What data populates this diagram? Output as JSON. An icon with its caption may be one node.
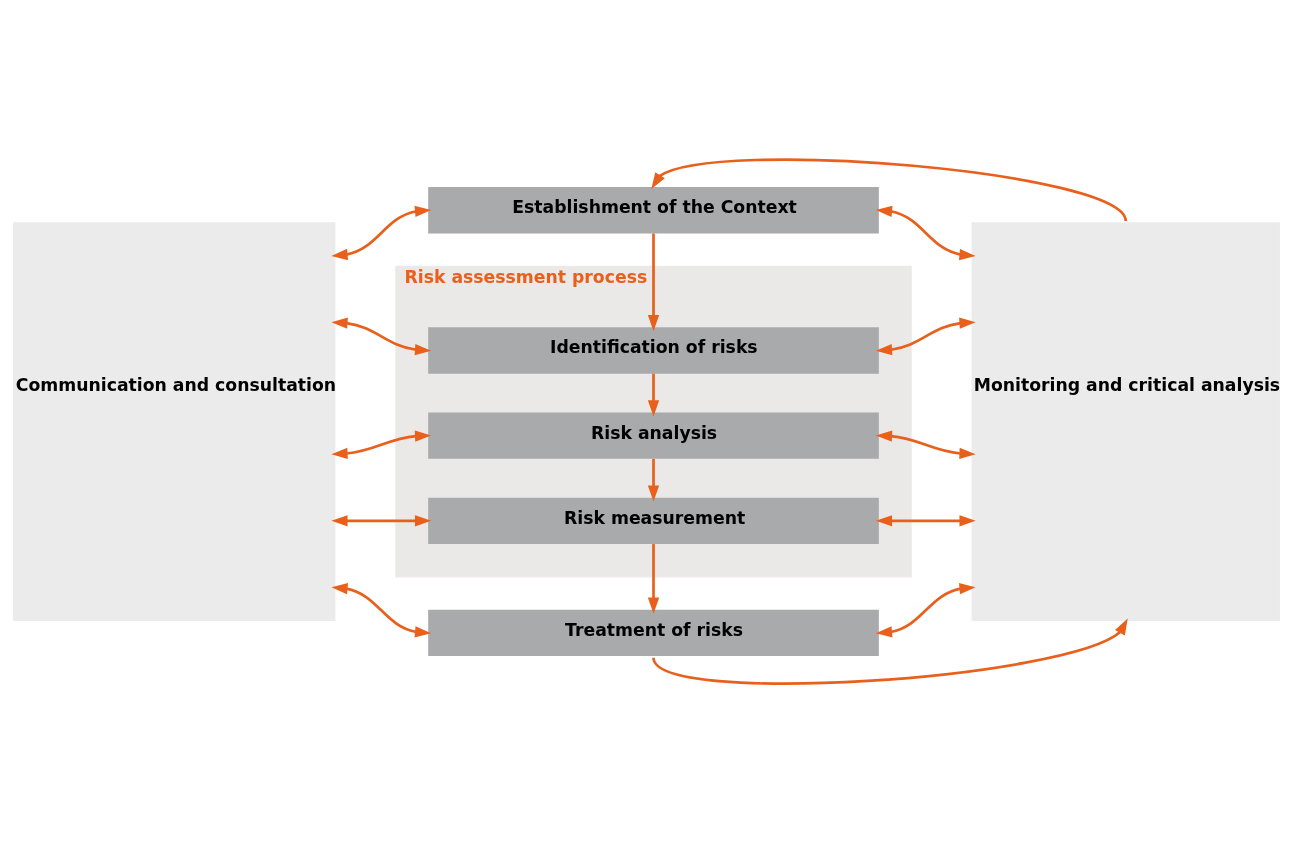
{
  "diagram": {
    "nodes": [
      {
        "text": [
          "Communication and consultation"
        ]
      },
      {
        "text": [
          "Establishment of the Context"
        ]
      },
      {
        "text": [
          "Risk assessment process"
        ]
      },
      {
        "text": [
          "Identification of risks"
        ],
        "in": 2
      },
      {
        "text": [
          "Risk analysis"
        ],
        "in": 2
      },
      {
        "text": [
          "Risk measurement"
        ],
        "in": 2
      },
      {
        "text": [
          "Treatment of risks"
        ]
      },
      {
        "text": [
          "Monitoring and critical analysis"
        ]
      }
    ],
    "edges": [
      {
        "from": 0,
        "to": 1,
        "arrow": "both"
      },
      {
        "from": 1,
        "to": 7,
        "arrow": "both"
      },
      {
        "from": 7,
        "to": 1,
        "arrow": "to"
      },
      {
        "from": 1,
        "to": 3,
        "arrow": "to"
      },
      {
        "from": 0,
        "to": 3,
        "arrow": "both"
      },
      {
        "from": 3,
        "to": 7,
        "arrow": "both"
      },
      {
        "from": 3,
        "to": 4,
        "arrow": "to"
      },
      {
        "from": 0,
        "to": 4,
        "arrow": "both"
      },
      {
        "from": 4,
        "to": 7,
        "arrow": "both"
      },
      {
        "from": 4,
        "to": 5,
        "arrow": "to"
      },
      {
        "from": 0,
        "to": 5,
        "arrow": "both"
      },
      {
        "from": 5,
        "to": 7,
        "arrow": "both"
      },
      {
        "from": 5,
        "to": 6,
        "arrow": "to"
      },
      {
        "from": 0,
        "to": 6,
        "arrow": "both"
      },
      {
        "from": 6,
        "to": 7,
        "arrow": "both"
      },
      {
        "from": 6,
        "to": 7,
        "arrow": "to"
      }
    ]
  }
}
